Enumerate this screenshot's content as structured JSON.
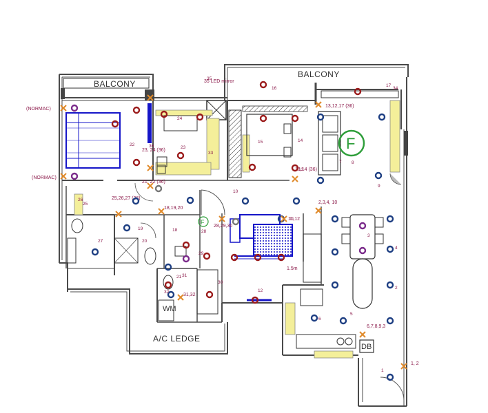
{
  "labels": {
    "balcony_left": "BALCONY",
    "balcony_right": "BALCONY",
    "ac_ledge": "A/C LEDGE",
    "wm": "WM",
    "db": "DB",
    "fan_symbol": "F",
    "fan_symbol_small": "F"
  },
  "notes": {
    "normac_top": "(NORMAC)",
    "normac_bottom": "(NORMAC)",
    "n_13_12_17": "13,12,17 (36)",
    "n_23_24": "23, 24 (36)",
    "n_21_22": "21, 22 (36)",
    "n_25_26_27": "25,26,27 (36)",
    "n_18_19_20": "18,19,20",
    "n_28_29": "28,29,30",
    "n_11_12": "11,12",
    "n_2_3_4": "2,3,4, 10",
    "n_13_14": "13,14 (36)",
    "n_6_7_8": "6,7,8,9,3",
    "n_1_2": "1, 2",
    "n_31_32": "31,32",
    "n_15mm": "1.5m",
    "n_mirror": "35 LED mirror"
  },
  "point_numbers": [
    "1",
    "2",
    "3",
    "4",
    "5",
    "6",
    "7",
    "8",
    "9",
    "10",
    "11",
    "12",
    "13",
    "14",
    "15",
    "16",
    "17",
    "18",
    "19",
    "20",
    "21",
    "22",
    "23",
    "24",
    "25",
    "26",
    "27",
    "28",
    "29",
    "30",
    "31",
    "32",
    "33",
    "34",
    "35",
    "36"
  ],
  "colors": {
    "wall": "#4a4a4a",
    "light_red": "#9b1b1b",
    "light_blue": "#1d3e82",
    "light_purple": "#7a2a8a",
    "light_grey": "#777777",
    "switch_cross": "#e08a2a",
    "fan_green": "#2e9e3a",
    "wardrobe_yellow": "#f4ef9a",
    "furniture_blue": "#1515c8",
    "note_text": "#8b1a4a"
  }
}
